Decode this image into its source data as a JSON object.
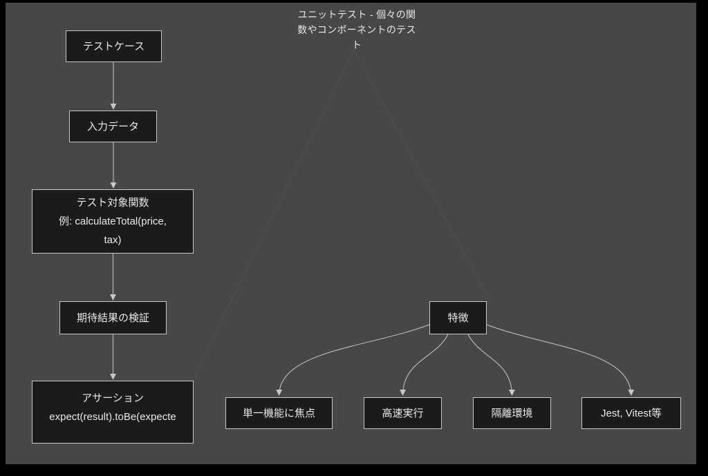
{
  "colors": {
    "page-bg": "#000000",
    "canvas-bg": "#474747",
    "node-fill": "#1b1b1b",
    "node-border": "#c9c9c9",
    "node-text": "#e9e9e9",
    "edge-line": "#c9c9c9"
  },
  "title": {
    "full_text": "ユニットテスト - 個々の関数やコンポーネントのテスト",
    "lines": [
      "ユニットテスト - 個々の関",
      "数やコンポーネントのテス",
      "ト"
    ]
  },
  "flow": {
    "test_case": "テストケース",
    "input_data": "入力データ",
    "target_function_lines": [
      "テスト対象関数",
      "例: calculateTotal(price,",
      "tax)"
    ],
    "verify": "期待結果の検証",
    "assertion_lines": [
      "アサーション",
      "expect(result).toBe(expecte"
    ]
  },
  "features": {
    "root": "特徴",
    "children": [
      "単一機能に焦点",
      "高速実行",
      "隔離環境",
      "Jest, Vitest等"
    ]
  }
}
